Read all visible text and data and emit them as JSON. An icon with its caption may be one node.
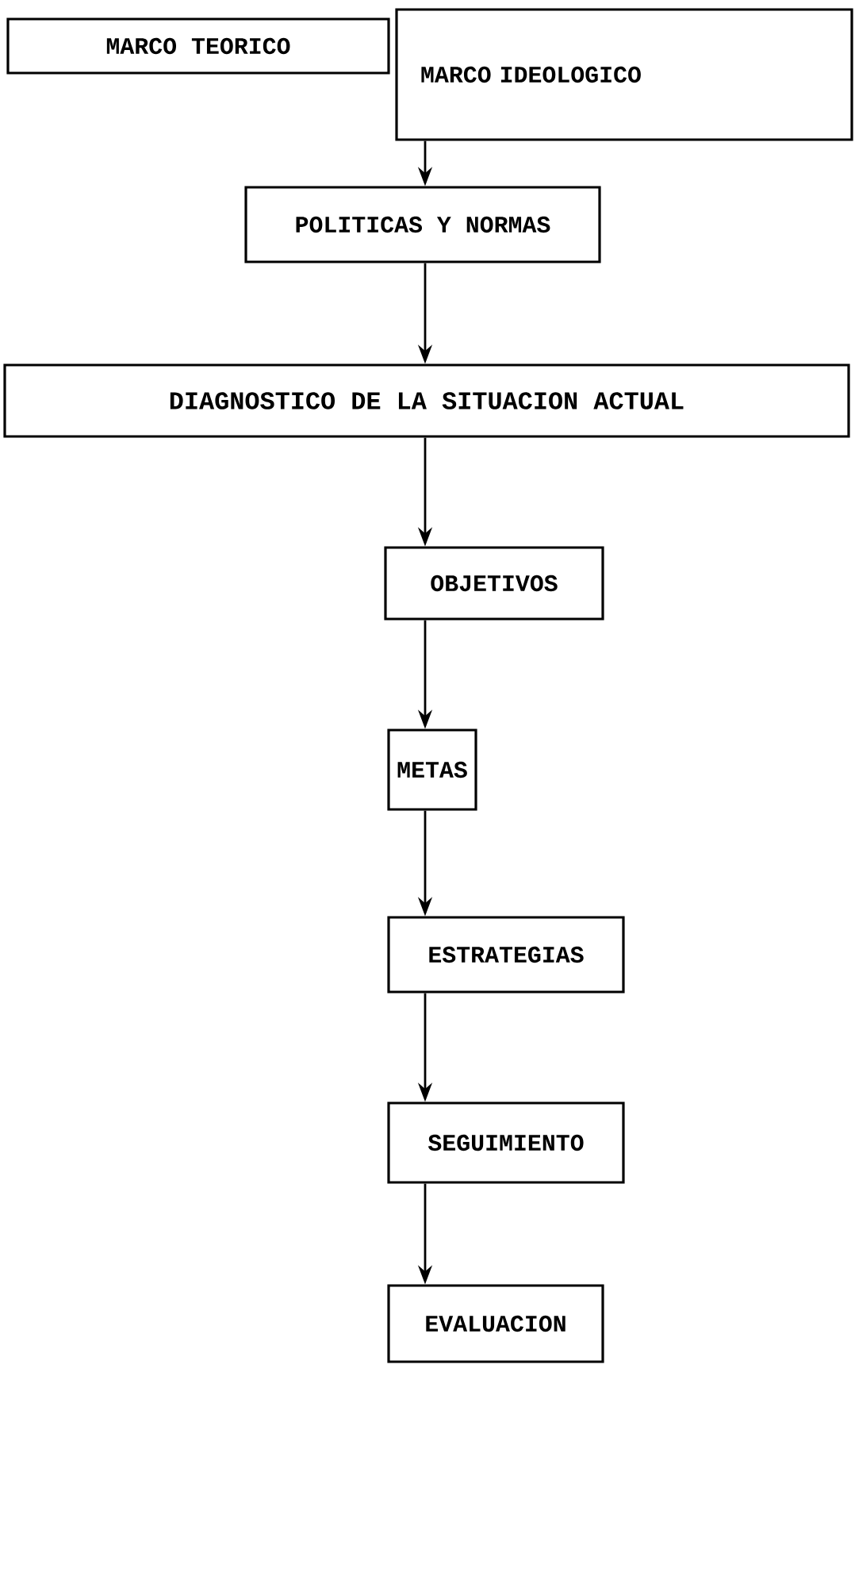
{
  "diagram": {
    "nodes": [
      {
        "text": [
          "MARCO TEORICO"
        ]
      },
      {
        "text": [
          "MARCO IDEOLOGICO"
        ]
      },
      {
        "text": [
          "POLITICAS Y NORMAS"
        ]
      },
      {
        "text": [
          "DIAGNOSTICO DE LA SITUACION ACTUAL"
        ]
      },
      {
        "text": [
          "OBJETIVOS"
        ]
      },
      {
        "text": [
          "METAS"
        ]
      },
      {
        "text": [
          "ESTRATEGIAS"
        ]
      },
      {
        "text": [
          "SEGUIMIENTO"
        ]
      },
      {
        "text": [
          "EVALUACION"
        ]
      }
    ],
    "edges": [
      {
        "from": 1,
        "to": 2,
        "arrow": "to"
      },
      {
        "from": 2,
        "to": 3,
        "arrow": "to"
      },
      {
        "from": 3,
        "to": 4,
        "arrow": "to"
      },
      {
        "from": 4,
        "to": 5,
        "arrow": "to"
      },
      {
        "from": 5,
        "to": 6,
        "arrow": "to"
      },
      {
        "from": 6,
        "to": 7,
        "arrow": "to"
      },
      {
        "from": 7,
        "to": 8,
        "arrow": "to"
      }
    ]
  }
}
